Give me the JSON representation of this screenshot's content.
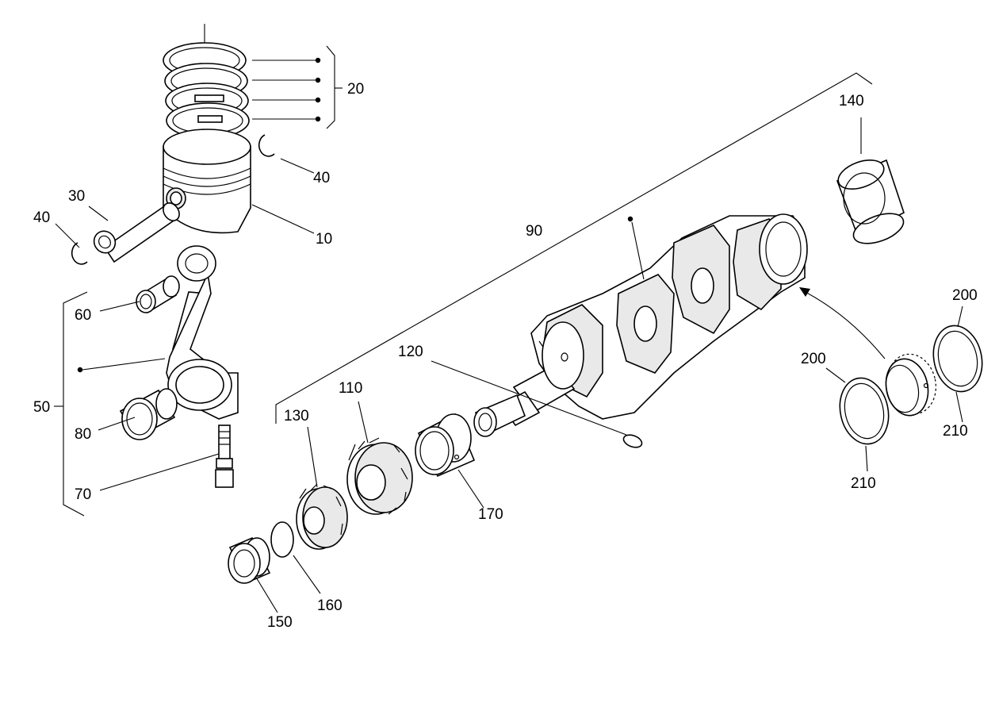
{
  "callouts": {
    "c20": "20",
    "c40a": "40",
    "c40b": "40",
    "c30": "30",
    "c10": "10",
    "c60": "60",
    "c50": "50",
    "c80": "80",
    "c70": "70",
    "c90": "90",
    "c140": "140",
    "c120": "120",
    "c110": "110",
    "c130": "130",
    "c170": "170",
    "c160": "160",
    "c150": "150",
    "c200a": "200",
    "c200b": "200",
    "c210a": "210",
    "c210b": "210"
  }
}
